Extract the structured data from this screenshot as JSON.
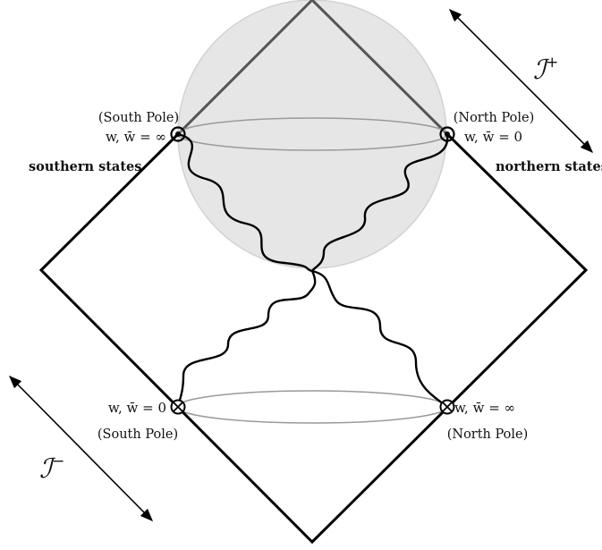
{
  "labels": {
    "top_left_pole": "(South Pole)",
    "top_left_coord": "w, w̄ = ∞",
    "top_right_pole": "(North Pole)",
    "top_right_coord": "w, w̄ = 0",
    "southern_states": "southern states",
    "northern_states": "northern states",
    "bottom_left_coord": "w, w̄ = 0",
    "bottom_left_pole": "(South Pole)",
    "bottom_right_coord": "w, w̄ = ∞",
    "bottom_right_pole": "(North Pole)"
  },
  "scri": {
    "plus": {
      "symbol": "ℐ",
      "sup": "+"
    },
    "minus": {
      "symbol": "ℐ",
      "sup": "−"
    }
  },
  "colors": {
    "sphere_fill": "#e6e6e6",
    "sphere_stroke": "#d2d2d2",
    "upper_edge": "#555555",
    "ellipse": "#9a9a9a",
    "ink": "#000000"
  }
}
